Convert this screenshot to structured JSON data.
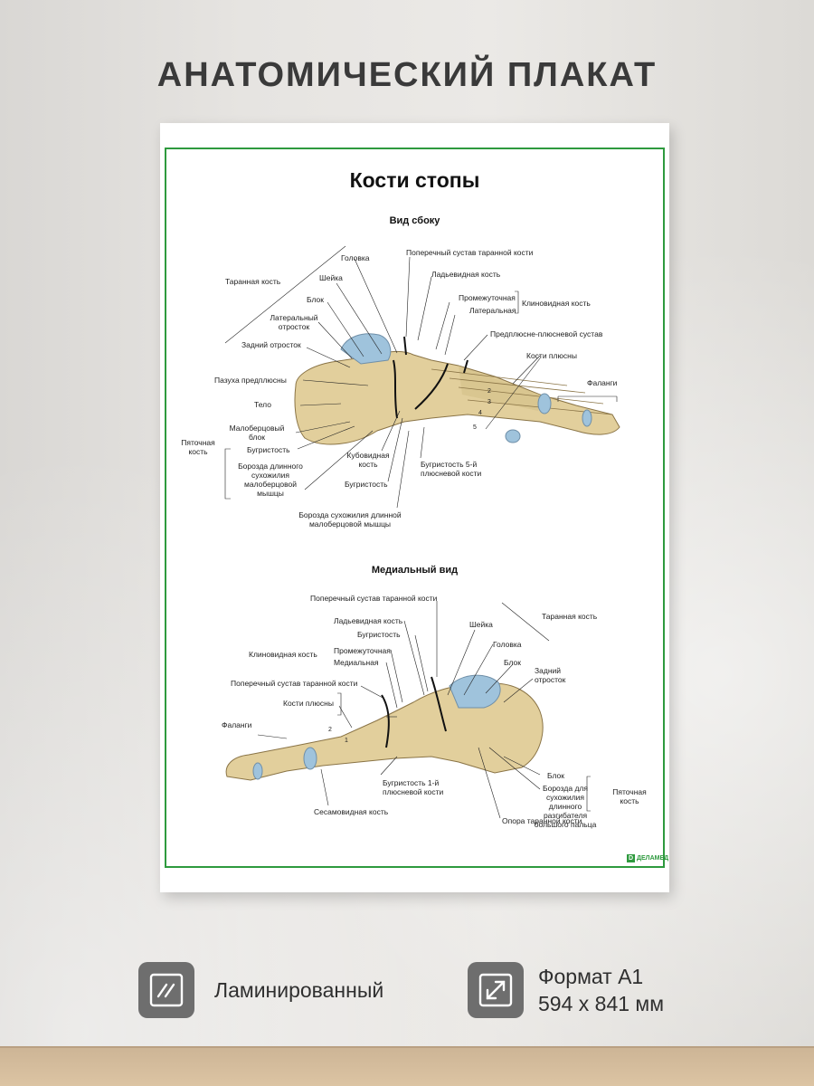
{
  "headline": "АНАТОМИЧЕСКИЙ ПЛАКАТ",
  "poster": {
    "title": "Кости стопы",
    "logo": "ДЕЛАМЕД",
    "lateral": {
      "heading": "Вид сбоку",
      "labels": {
        "talus": "Таранная кость",
        "head": "Головка",
        "neck": "Шейка",
        "trochlea": "Блок",
        "lateral_process": "Латеральный отросток",
        "posterior_process": "Задний отросток",
        "sinus_tarsi": "Пазуха предплюсны",
        "body": "Тело",
        "peroneal_trochlea": "Малоберцовый блок",
        "tuberosity": "Бугристость",
        "calcaneus": "Пяточная кость",
        "groove_peroneus": "Борозда длинного сухожилия малоберцовой мышцы",
        "transverse_joint": "Поперечный сустав таранной кости",
        "navicular": "Ладьевидная кость",
        "intermediate": "Промежуточная",
        "lateral": "Латеральная",
        "cuneiform": "Клиновидная кость",
        "tarsometatarsal": "Предплюсне-плюсневой сустав",
        "metatarsals": "Кости плюсны",
        "phalanges": "Фаланги",
        "cuboid": "Кубовидная кость",
        "tuberosity2": "Бугристость",
        "tuberosity5": "Бугристость 5-й плюсневой кости",
        "groove_tendon": "Борозда сухожилия длинной малоберцовой мышцы"
      }
    },
    "medial": {
      "heading": "Медиальный вид",
      "labels": {
        "transverse_joint_top": "Поперечный сустав таранной кости",
        "talus": "Таранная кость",
        "navicular": "Ладьевидная кость",
        "tuberosity": "Бугристость",
        "neck": "Шейка",
        "head": "Головка",
        "trochlea": "Блок",
        "cuneiform": "Клиновидная кость",
        "intermediate": "Промежуточная",
        "medial": "Медиальная",
        "posterior_process": "Задний отросток",
        "transverse_joint": "Поперечный сустав таранной кости",
        "metatarsals": "Кости плюсны",
        "phalanges": "Фаланги",
        "trochlea2": "Блок",
        "groove_hallucis": "Борозда для сухожилия длинного разгибателя большого пальца",
        "calcaneus": "Пяточная кость",
        "tuberosity1": "Бугристость 1-й плюсневой кости",
        "sustentaculum": "Опора таранной кости",
        "sesamoid": "Сесамовидная кость"
      }
    }
  },
  "features": {
    "laminated": "Ламинированный",
    "format_line1": "Формат А1",
    "format_line2": "594 x 841 мм"
  },
  "colors": {
    "frame": "#2e9a3e",
    "bone": "#e2cf9c",
    "cartilage": "#9fc3dc",
    "icon_bg": "#6e6e6e"
  }
}
